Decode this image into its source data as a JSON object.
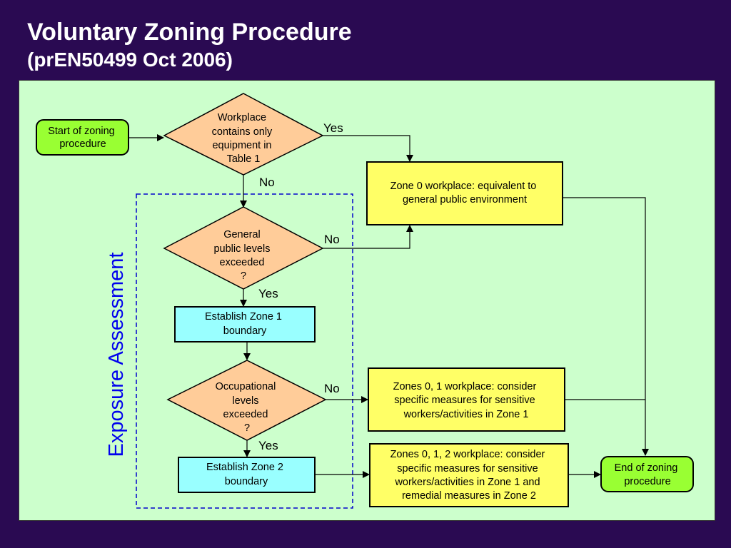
{
  "header": {
    "title": "Voluntary Zoning Procedure",
    "subtitle": "(prEN50499 Oct 2006)"
  },
  "colors": {
    "background": "#2a0a52",
    "panel": "#ccffcc",
    "terminal": "#99ff33",
    "decision": "#ffcc99",
    "process_zone": "#99ffff",
    "outcome": "#ffff66",
    "assessment_label": "#0000ee"
  },
  "diagram": {
    "start": [
      "Start of zoning",
      "procedure"
    ],
    "decision_equipment": [
      "Workplace",
      "contains only",
      "equipment in",
      "Table 1"
    ],
    "decision_general": [
      "General",
      "public levels",
      "exceeded",
      "?"
    ],
    "decision_occupational": [
      "Occupational",
      "levels",
      "exceeded",
      "?"
    ],
    "establish_zone1": [
      "Establish Zone 1",
      "boundary"
    ],
    "establish_zone2": [
      "Establish Zone 2",
      "boundary"
    ],
    "zone0": [
      "Zone 0 workplace: equivalent to",
      "general public environment"
    ],
    "zones01": [
      "Zones 0, 1 workplace: consider",
      "specific measures for sensitive",
      "workers/activities in Zone 1"
    ],
    "zones012": [
      "Zones 0, 1, 2 workplace: consider",
      "specific measures for sensitive",
      "workers/activities in Zone 1 and",
      "remedial measures in Zone 2"
    ],
    "end": [
      "End of zoning",
      "procedure"
    ],
    "labels": {
      "yes1": "Yes",
      "no1": "No",
      "no2": "No",
      "yes2": "Yes",
      "no3": "No",
      "yes3": "Yes"
    },
    "assessment_label": "Exposure Assessment"
  }
}
